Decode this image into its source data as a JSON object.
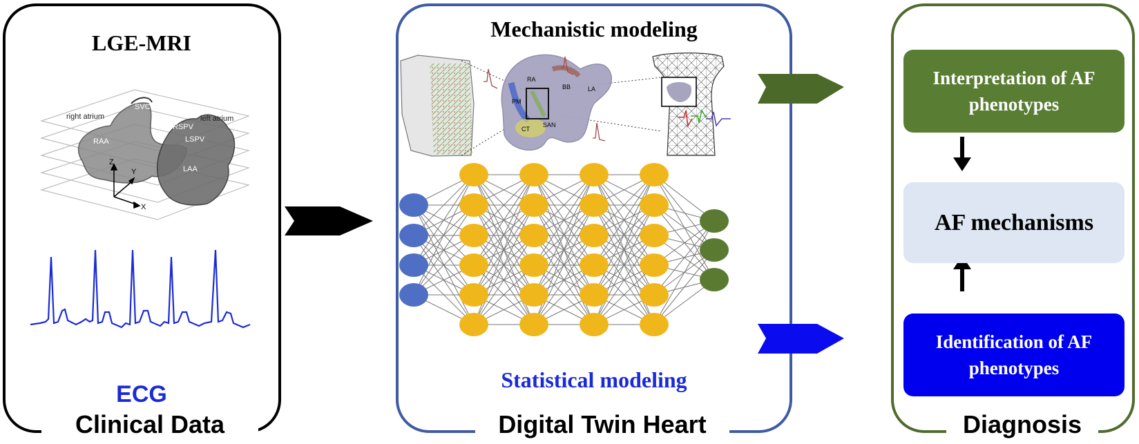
{
  "panels": {
    "clinical": {
      "footer": "Clinical Data",
      "mri_title": "LGE-MRI",
      "ecg_label": "ECG",
      "mri_labels": {
        "right_atrium": "right atrium",
        "left_atrium": "left atrium",
        "svc": "SVC",
        "rspv": "RSPV",
        "lspv": "LSPV",
        "raa": "RAA",
        "laa": "LAA",
        "axis_z": "Z",
        "axis_y": "Y",
        "axis_x": "X"
      }
    },
    "digital_twin": {
      "footer": "Digital Twin Heart",
      "mechanistic_title": "Mechanistic modeling",
      "statistical_title": "Statistical modeling",
      "heart_labels": {
        "ra": "RA",
        "bb": "BB",
        "la": "LA",
        "pm": "PM",
        "ct": "CT",
        "san": "SAN"
      },
      "network": {
        "layers": [
          4,
          6,
          6,
          6,
          6,
          3
        ]
      }
    },
    "diagnosis": {
      "footer": "Diagnosis",
      "interpretation": "Interpretation of AF phenotypes",
      "mechanisms": "AF mechanisms",
      "identification": "Identification of AF phenotypes"
    }
  },
  "colors": {
    "black": "#000000",
    "twin_border": "#3f5ba3",
    "diag_border": "#4f6b2d",
    "interp_box": "#587d33",
    "ident_box": "#0000ee",
    "mech_box": "#dde6f2",
    "input_node": "#4f6fc4",
    "hidden_node": "#f0b71c",
    "output_node": "#5a7a32",
    "ecg_blue": "#1a2bd6"
  }
}
